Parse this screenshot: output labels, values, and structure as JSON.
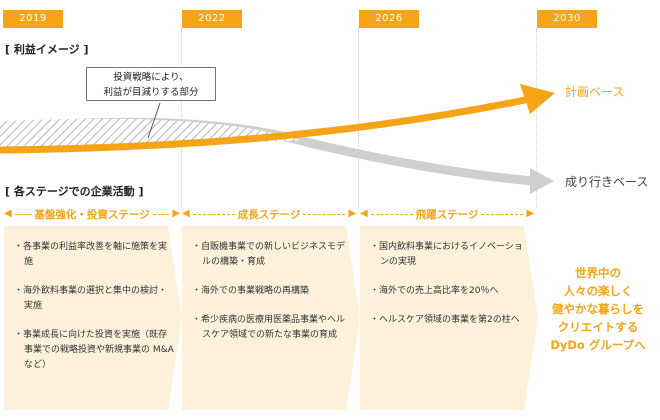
{
  "timeline": {
    "years": [
      "2019",
      "2022",
      "2026",
      "2030"
    ]
  },
  "profit_section": {
    "title": "[ 利益イメージ ]",
    "callout_line1": "投資戦略により、",
    "callout_line2": "利益が目減りする部分",
    "plan_label": "計画ベース",
    "natural_label": "成り行きベース",
    "colors": {
      "plan": "#f5a418",
      "natural": "#cccccc",
      "hatch": "#aaaaaa"
    }
  },
  "activities_section": {
    "title": "[ 各ステージでの企業活動 ]",
    "stages": [
      {
        "name": "基盤強化・投資ステージ",
        "items": [
          "・各事業の利益率改善を軸に施策を実施",
          "・海外飲料事業の選択と集中の検討・実施",
          "・事業成長に向けた投資を実施（既存事業での戦略投資や新規事業の M&A など）"
        ]
      },
      {
        "name": "成長ステージ",
        "items": [
          "・自販機事業での新しいビジネスモデルの構築・育成",
          "・海外での事業戦略の再構築",
          "・希少疾病の医療用医薬品事業やヘルスケア領域での新たな事業の育成"
        ]
      },
      {
        "name": "飛躍ステージ",
        "items": [
          "・国内飲料事業におけるイノベーションの実現",
          "・海外での売上高比率を20％へ",
          "・ヘルスケア領域の事業を第2の柱へ"
        ]
      }
    ]
  },
  "goal": {
    "lines": [
      "世界中の",
      "人々の楽しく",
      "健やかな暮らしを",
      "クリエイトする",
      "DyDo グループへ"
    ]
  }
}
